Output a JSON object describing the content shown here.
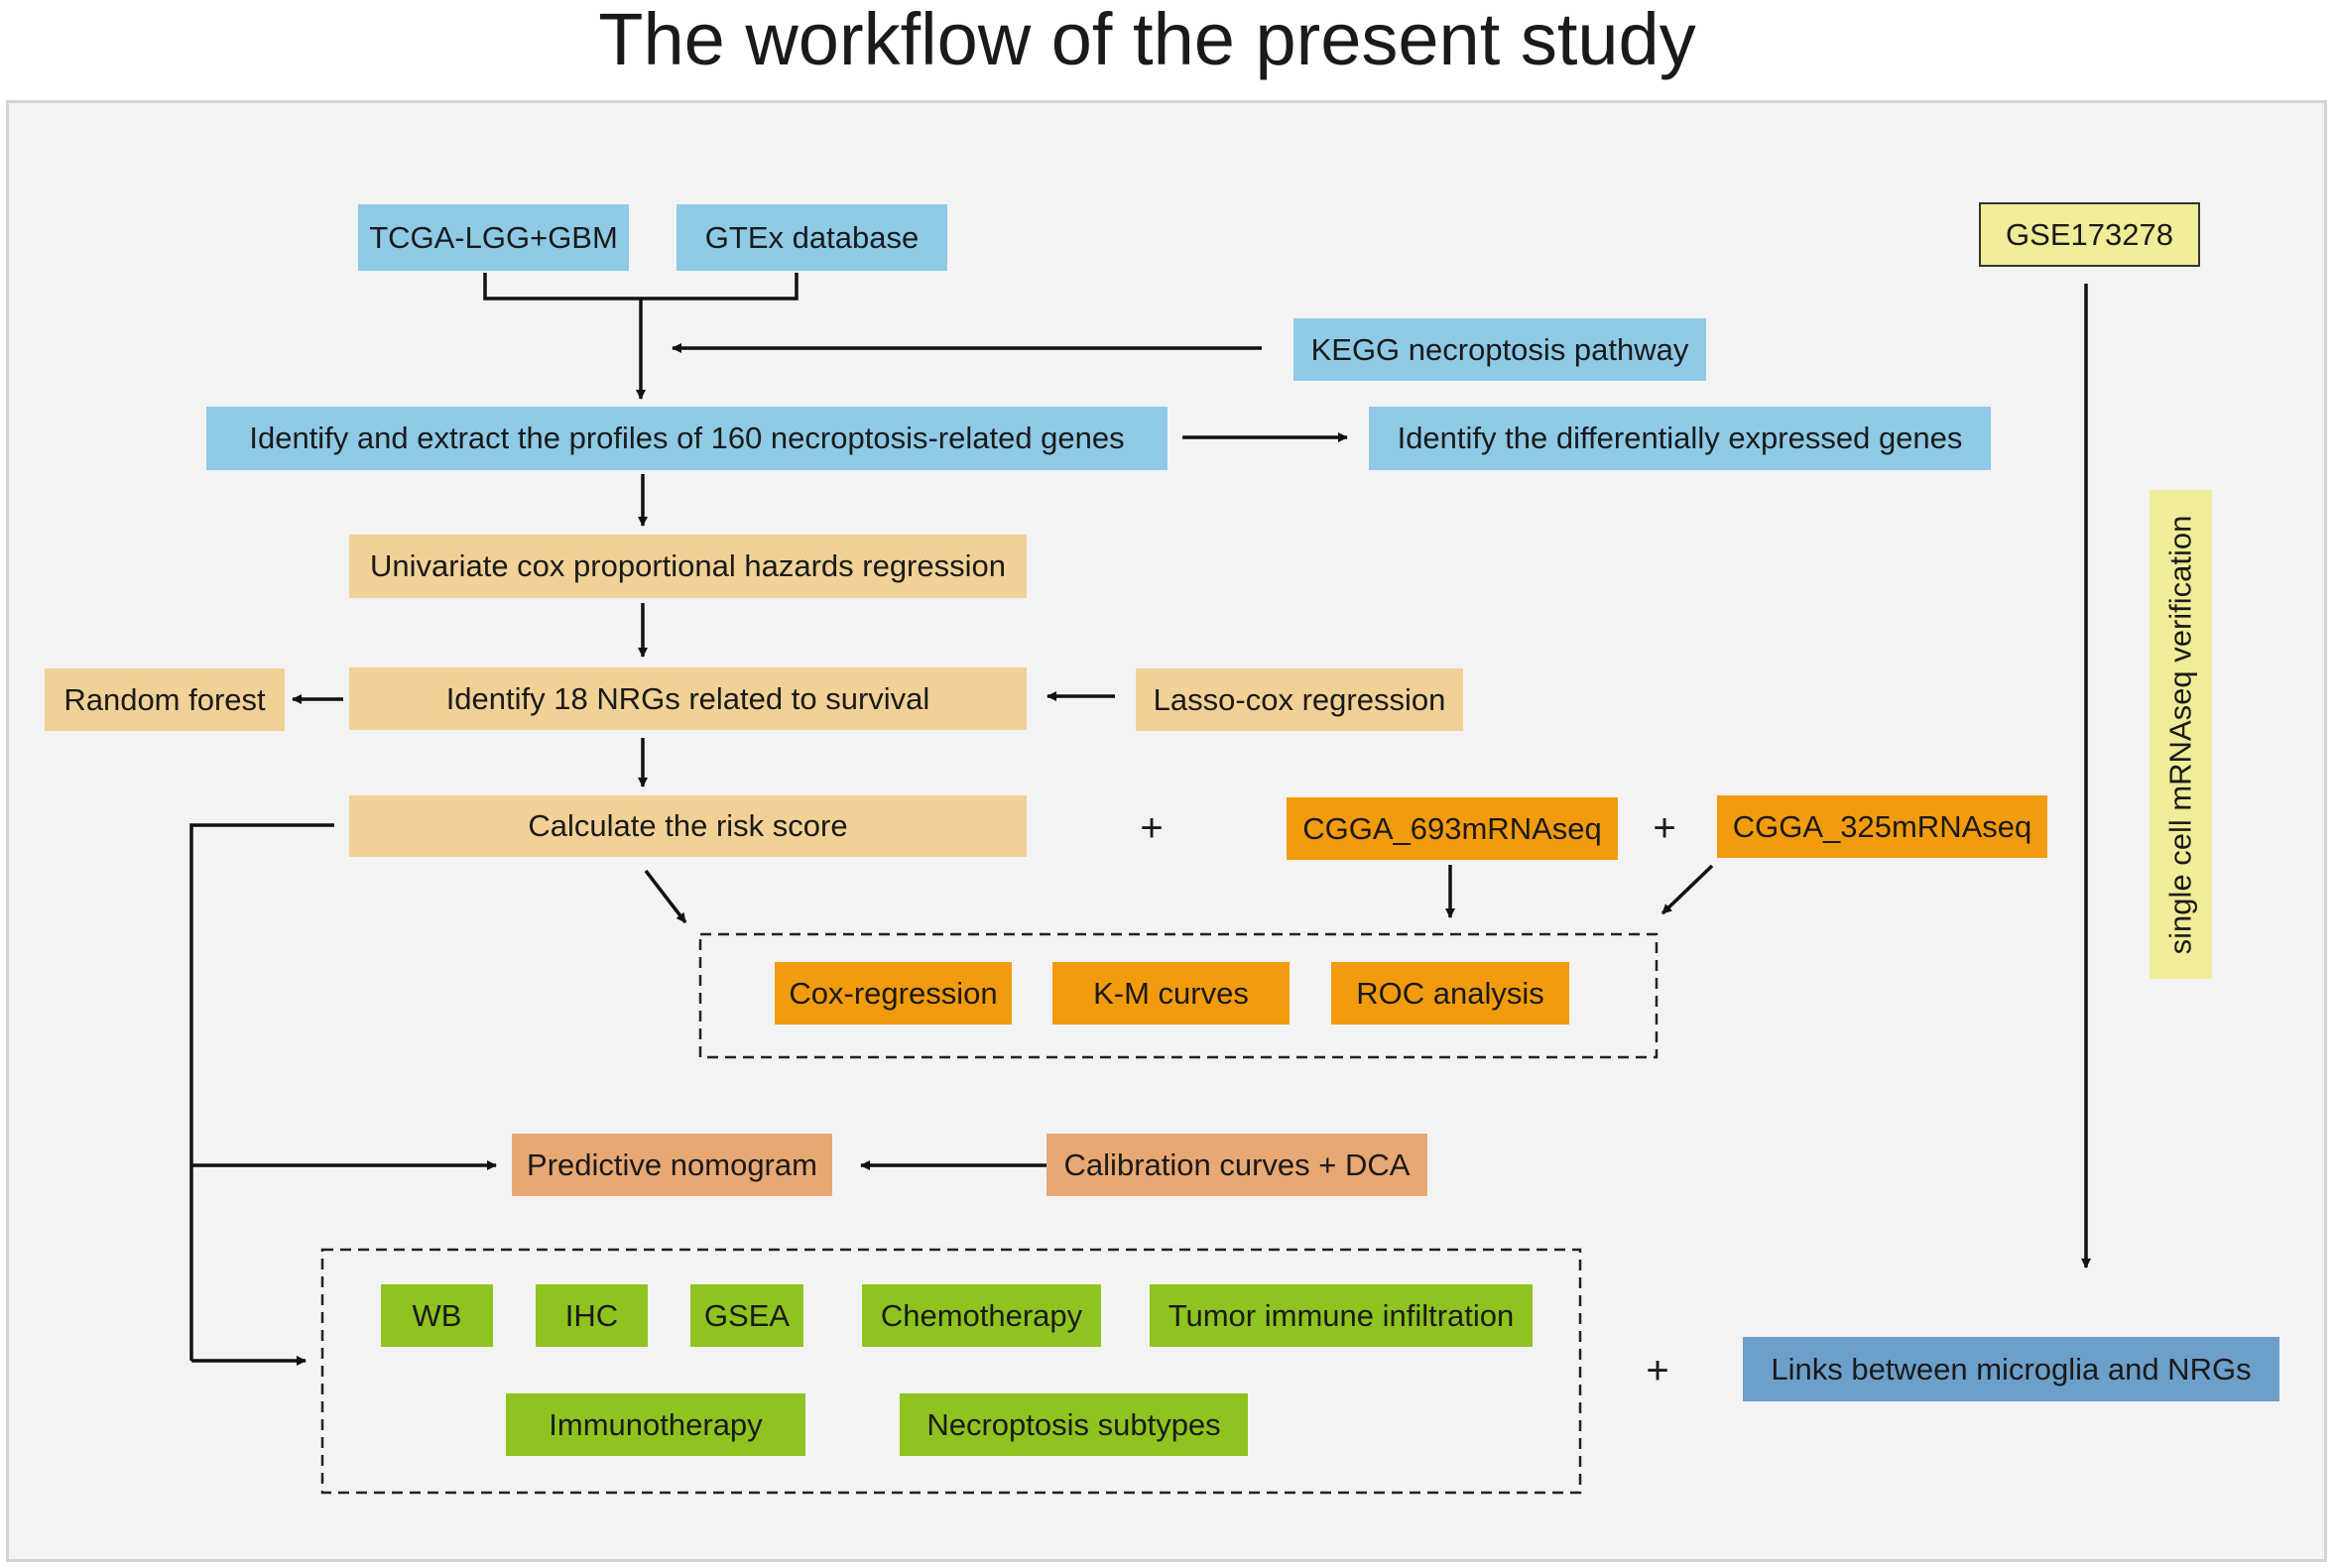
{
  "title": "The workflow of the present study",
  "nodes": {
    "tcga": "TCGA-LGG+GBM",
    "gtex": "GTEx database",
    "kegg": "KEGG necroptosis pathway",
    "identify_profiles": "Identify and extract the profiles of 160 necroptosis-related genes",
    "identify_deg": "Identify the differentially expressed genes",
    "univariate": "Univariate cox proportional hazards regression",
    "random_forest": "Random forest",
    "identify_nrgs": "Identify 18 NRGs related to survival",
    "lasso": "Lasso-cox regression",
    "risk_score": "Calculate the risk score",
    "cgga693": "CGGA_693mRNAseq",
    "cgga325": "CGGA_325mRNAseq",
    "cox_regression": "Cox-regression",
    "km_curves": "K-M curves",
    "roc": "ROC analysis",
    "nomogram": "Predictive nomogram",
    "calibration": "Calibration curves + DCA",
    "wb": "WB",
    "ihc": "IHC",
    "gsea": "GSEA",
    "chemotherapy": "Chemotherapy",
    "tumor_immune": "Tumor immune infiltration",
    "immunotherapy": "Immunotherapy",
    "necroptosis_subtypes": "Necroptosis subtypes",
    "gse": "GSE173278",
    "single_cell": "single cell mRNAseq verification",
    "microglia": "Links between microglia and NRGs"
  },
  "plus_signs": [
    "+",
    "+",
    "+"
  ],
  "colors": {
    "blue": "#8ecae6",
    "tan": "#f1d196",
    "orange": "#f29b0c",
    "salmon": "#e8a873",
    "green": "#8fc31f",
    "yellow": "#f0ec97",
    "steel_blue": "#6d9fcb",
    "frame_bg": "#f3f3f3"
  }
}
